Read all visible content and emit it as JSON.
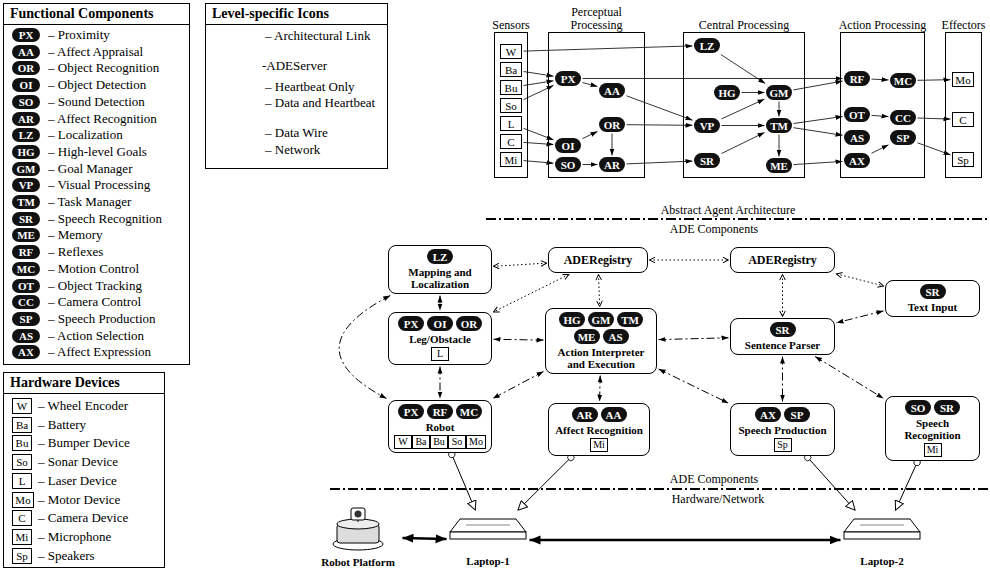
{
  "diagram": {
    "nodes": [
      {
        "text": [
          "Functional Components"
        ]
      },
      {
        "text": [
          "PX"
        ],
        "in": 0
      },
      {
        "text": [
          "AA"
        ],
        "in": 0
      },
      {
        "text": [
          "OR"
        ],
        "in": 0
      },
      {
        "text": [
          "OI"
        ],
        "in": 0
      },
      {
        "text": [
          "SO"
        ],
        "in": 0
      },
      {
        "text": [
          "AR"
        ],
        "in": 0
      },
      {
        "text": [
          "LZ"
        ],
        "in": 0
      },
      {
        "text": [
          "HG"
        ],
        "in": 0
      },
      {
        "text": [
          "GM"
        ],
        "in": 0
      },
      {
        "text": [
          "VP"
        ],
        "in": 0
      },
      {
        "text": [
          "TM"
        ],
        "in": 0
      },
      {
        "text": [
          "SR"
        ],
        "in": 0
      },
      {
        "text": [
          "ME"
        ],
        "in": 0
      },
      {
        "text": [
          "RF"
        ],
        "in": 0
      },
      {
        "text": [
          "MC"
        ],
        "in": 0
      },
      {
        "text": [
          "OT"
        ],
        "in": 0
      },
      {
        "text": [
          "CC"
        ],
        "in": 0
      },
      {
        "text": [
          "SP"
        ],
        "in": 0
      },
      {
        "text": [
          "AS"
        ],
        "in": 0
      },
      {
        "text": [
          "AX"
        ],
        "in": 0
      },
      {
        "text": [
          "Level-specific Icons"
        ]
      },
      {
        "text": [
          "Hardware Devices"
        ]
      },
      {
        "text": [
          "W"
        ],
        "in": 22
      },
      {
        "text": [
          "Ba"
        ],
        "in": 22
      },
      {
        "text": [
          "Bu"
        ],
        "in": 22
      },
      {
        "text": [
          "So"
        ],
        "in": 22
      },
      {
        "text": [
          "L"
        ],
        "in": 22
      },
      {
        "text": [
          "Mo"
        ],
        "in": 22
      },
      {
        "text": [
          "C"
        ],
        "in": 22
      },
      {
        "text": [
          "Mi"
        ],
        "in": 22
      },
      {
        "text": [
          "Sp"
        ],
        "in": 22
      },
      {
        "text": [
          "Sensors"
        ]
      },
      {
        "text": [
          "W"
        ],
        "in": 32
      },
      {
        "text": [
          "Ba"
        ],
        "in": 32
      },
      {
        "text": [
          "Bu"
        ],
        "in": 32
      },
      {
        "text": [
          "So"
        ],
        "in": 32
      },
      {
        "text": [
          "L"
        ],
        "in": 32
      },
      {
        "text": [
          "C"
        ],
        "in": 32
      },
      {
        "text": [
          "Mi"
        ],
        "in": 32
      },
      {
        "text": [
          "Perceptual Processing"
        ]
      },
      {
        "text": [
          "PX"
        ],
        "in": 40
      },
      {
        "text": [
          "AA"
        ],
        "in": 40
      },
      {
        "text": [
          "OR"
        ],
        "in": 40
      },
      {
        "text": [
          "OI"
        ],
        "in": 40
      },
      {
        "text": [
          "SO"
        ],
        "in": 40
      },
      {
        "text": [
          "AR"
        ],
        "in": 40
      },
      {
        "text": [
          "Central Processing"
        ]
      },
      {
        "text": [
          "LZ"
        ],
        "in": 47
      },
      {
        "text": [
          "HG"
        ],
        "in": 47
      },
      {
        "text": [
          "GM"
        ],
        "in": 47
      },
      {
        "text": [
          "VP"
        ],
        "in": 47
      },
      {
        "text": [
          "TM"
        ],
        "in": 47
      },
      {
        "text": [
          "SR"
        ],
        "in": 47
      },
      {
        "text": [
          "ME"
        ],
        "in": 47
      },
      {
        "text": [
          "Action Processing"
        ]
      },
      {
        "text": [
          "RF"
        ],
        "in": 55
      },
      {
        "text": [
          "MC"
        ],
        "in": 55
      },
      {
        "text": [
          "OT"
        ],
        "in": 55
      },
      {
        "text": [
          "CC"
        ],
        "in": 55
      },
      {
        "text": [
          "AS"
        ],
        "in": 55
      },
      {
        "text": [
          "SP"
        ],
        "in": 55
      },
      {
        "text": [
          "AX"
        ],
        "in": 55
      },
      {
        "text": [
          "Effectors"
        ]
      },
      {
        "text": [
          "Mo"
        ],
        "in": 63
      },
      {
        "text": [
          "C"
        ],
        "in": 63
      },
      {
        "text": [
          "Sp"
        ],
        "in": 63
      },
      {
        "text": [
          "Mapping and Localization"
        ]
      },
      {
        "text": [
          "LZ"
        ],
        "in": 67
      },
      {
        "text": [
          "ADERegistry"
        ]
      },
      {
        "text": [
          "ADERegistry"
        ]
      },
      {
        "text": [
          "Text Input"
        ]
      },
      {
        "text": [
          "SR"
        ],
        "in": 71
      },
      {
        "text": [
          "Leg/Obstacle"
        ]
      },
      {
        "text": [
          "PX"
        ],
        "in": 73
      },
      {
        "text": [
          "OI"
        ],
        "in": 73
      },
      {
        "text": [
          "OR"
        ],
        "in": 73
      },
      {
        "text": [
          "L"
        ],
        "in": 73
      },
      {
        "text": [
          "Action Interpreter and Execution"
        ]
      },
      {
        "text": [
          "HG"
        ],
        "in": 78
      },
      {
        "text": [
          "GM"
        ],
        "in": 78
      },
      {
        "text": [
          "TM"
        ],
        "in": 78
      },
      {
        "text": [
          "ME"
        ],
        "in": 78
      },
      {
        "text": [
          "AS"
        ],
        "in": 78
      },
      {
        "text": [
          "Sentence Parser"
        ]
      },
      {
        "text": [
          "SR"
        ],
        "in": 84
      },
      {
        "text": [
          "Robot"
        ]
      },
      {
        "text": [
          "PX"
        ],
        "in": 86
      },
      {
        "text": [
          "RF"
        ],
        "in": 86
      },
      {
        "text": [
          "MC"
        ],
        "in": 86
      },
      {
        "text": [
          "W"
        ],
        "in": 86
      },
      {
        "text": [
          "Ba"
        ],
        "in": 86
      },
      {
        "text": [
          "Bu"
        ],
        "in": 86
      },
      {
        "text": [
          "So"
        ],
        "in": 86
      },
      {
        "text": [
          "Mo"
        ],
        "in": 86
      },
      {
        "text": [
          "Affect Recognition"
        ]
      },
      {
        "text": [
          "AR"
        ],
        "in": 95
      },
      {
        "text": [
          "AA"
        ],
        "in": 95
      },
      {
        "text": [
          "Mi"
        ],
        "in": 95
      },
      {
        "text": [
          "Speech Production"
        ]
      },
      {
        "text": [
          "AX"
        ],
        "in": 99
      },
      {
        "text": [
          "SP"
        ],
        "in": 99
      },
      {
        "text": [
          "Sp"
        ],
        "in": 99
      },
      {
        "text": [
          "Speech Recognition"
        ]
      },
      {
        "text": [
          "SO"
        ],
        "in": 103
      },
      {
        "text": [
          "SR"
        ],
        "in": 103
      },
      {
        "text": [
          "Mi"
        ],
        "in": 103
      },
      {
        "text": [
          "Robot Platform"
        ]
      },
      {
        "text": [
          "Laptop-1"
        ]
      },
      {
        "text": [
          "Laptop-2"
        ]
      }
    ],
    "edges": [
      {
        "from": 33,
        "to": 48,
        "arrow": "to"
      },
      {
        "from": 34,
        "to": 41,
        "arrow": "to"
      },
      {
        "from": 35,
        "to": 41,
        "arrow": "to"
      },
      {
        "from": 36,
        "to": 41,
        "arrow": "to"
      },
      {
        "from": 37,
        "to": 44,
        "arrow": "to"
      },
      {
        "from": 38,
        "to": 44,
        "arrow": "to"
      },
      {
        "from": 39,
        "to": 45,
        "arrow": "to"
      },
      {
        "from": 41,
        "to": 42,
        "arrow": "to"
      },
      {
        "from": 41,
        "to": 56,
        "arrow": "to"
      },
      {
        "from": 44,
        "to": 43,
        "arrow": "to"
      },
      {
        "from": 43,
        "to": 51,
        "arrow": "to"
      },
      {
        "from": 43,
        "to": 46,
        "arrow": "to"
      },
      {
        "from": 45,
        "to": 46,
        "arrow": "to"
      },
      {
        "from": 48,
        "to": 50,
        "arrow": "to"
      },
      {
        "from": 49,
        "to": 50,
        "arrow": "to"
      },
      {
        "from": 51,
        "to": 50,
        "arrow": "to"
      },
      {
        "from": 50,
        "to": 52,
        "arrow": "to"
      },
      {
        "from": 51,
        "to": 52,
        "arrow": "to"
      },
      {
        "from": 53,
        "to": 52,
        "arrow": "to"
      },
      {
        "from": 52,
        "to": 54,
        "arrow": "to"
      },
      {
        "from": 50,
        "to": 56,
        "arrow": "to"
      },
      {
        "from": 52,
        "to": 58,
        "arrow": "to"
      },
      {
        "from": 52,
        "to": 60,
        "arrow": "to"
      },
      {
        "from": 54,
        "to": 62,
        "arrow": "to"
      },
      {
        "from": 56,
        "to": 57,
        "arrow": "to"
      },
      {
        "from": 58,
        "to": 59,
        "arrow": "to"
      },
      {
        "from": 62,
        "to": 61,
        "arrow": "to"
      },
      {
        "from": 57,
        "to": 64,
        "arrow": "to"
      },
      {
        "from": 59,
        "to": 65,
        "arrow": "to"
      },
      {
        "from": 61,
        "to": 66,
        "arrow": "to"
      },
      {
        "from": 42,
        "to": 51,
        "arrow": "to"
      },
      {
        "from": 46,
        "to": 53,
        "arrow": "to"
      },
      {
        "from": 69,
        "to": 70,
        "arrow": "both"
      },
      {
        "from": 69,
        "to": 67,
        "arrow": "both"
      },
      {
        "from": 69,
        "to": 73,
        "arrow": "both"
      },
      {
        "from": 69,
        "to": 78,
        "arrow": "both"
      },
      {
        "from": 70,
        "to": 84,
        "arrow": "both"
      },
      {
        "from": 70,
        "to": 71,
        "arrow": "both"
      },
      {
        "from": 67,
        "to": 73,
        "arrow": "both"
      },
      {
        "from": 73,
        "to": 86,
        "arrow": "both"
      },
      {
        "from": 67,
        "to": 86,
        "arrow": "both"
      },
      {
        "from": 78,
        "to": 73,
        "arrow": "both"
      },
      {
        "from": 78,
        "to": 86,
        "arrow": "both"
      },
      {
        "from": 78,
        "to": 95,
        "arrow": "both"
      },
      {
        "from": 78,
        "to": 84,
        "arrow": "both"
      },
      {
        "from": 78,
        "to": 99,
        "arrow": "both"
      },
      {
        "from": 71,
        "to": 84,
        "arrow": "both"
      },
      {
        "from": 84,
        "to": 103,
        "arrow": "both"
      },
      {
        "from": 84,
        "to": 99,
        "arrow": "both"
      },
      {
        "from": 86,
        "to": 108,
        "arrow": "to"
      },
      {
        "from": 95,
        "to": 108,
        "arrow": "to"
      },
      {
        "from": 99,
        "to": 109,
        "arrow": "to"
      },
      {
        "from": 103,
        "to": 109,
        "arrow": "to"
      },
      {
        "from": 107,
        "to": 108,
        "arrow": "both"
      },
      {
        "from": 108,
        "to": 109,
        "arrow": "both"
      }
    ],
    "labels": [
      "Abstract Agent Architecture",
      "ADE Components",
      "ADE Components",
      "Hardware/Network"
    ],
    "legend": [
      {
        "text": "– Proximity"
      },
      {
        "text": "– Affect Appraisal"
      },
      {
        "text": "– Object Recognition"
      },
      {
        "text": "– Object Detection"
      },
      {
        "text": "– Sound Detection"
      },
      {
        "text": "– Affect Recognition"
      },
      {
        "text": "– Localization"
      },
      {
        "text": "– High-level Goals"
      },
      {
        "text": "– Goal Manager"
      },
      {
        "text": "– Visual Processing"
      },
      {
        "text": "– Task Manager"
      },
      {
        "text": "– Speech Recognition"
      },
      {
        "text": "– Memory"
      },
      {
        "text": "– Reflexes"
      },
      {
        "text": "– Motion Control"
      },
      {
        "text": "– Object Tracking"
      },
      {
        "text": "– Camera Control"
      },
      {
        "text": "– Speech Production"
      },
      {
        "text": "– Action Selection"
      },
      {
        "text": "– Affect Expression"
      },
      {
        "text": "– Architectural Link"
      },
      {
        "text": "-ADEServer"
      },
      {
        "text": "– Heartbeat Only"
      },
      {
        "text": "– Data and Heartbeat"
      },
      {
        "text": "– Data Wire"
      },
      {
        "text": "– Network"
      },
      {
        "text": "– Wheel Encoder"
      },
      {
        "text": "– Battery"
      },
      {
        "text": "– Bumper Device"
      },
      {
        "text": "– Sonar Device"
      },
      {
        "text": "– Laser Device"
      },
      {
        "text": "– Motor Device"
      },
      {
        "text": "– Camera Device"
      },
      {
        "text": "– Microphone"
      },
      {
        "text": "– Speakers"
      }
    ]
  }
}
